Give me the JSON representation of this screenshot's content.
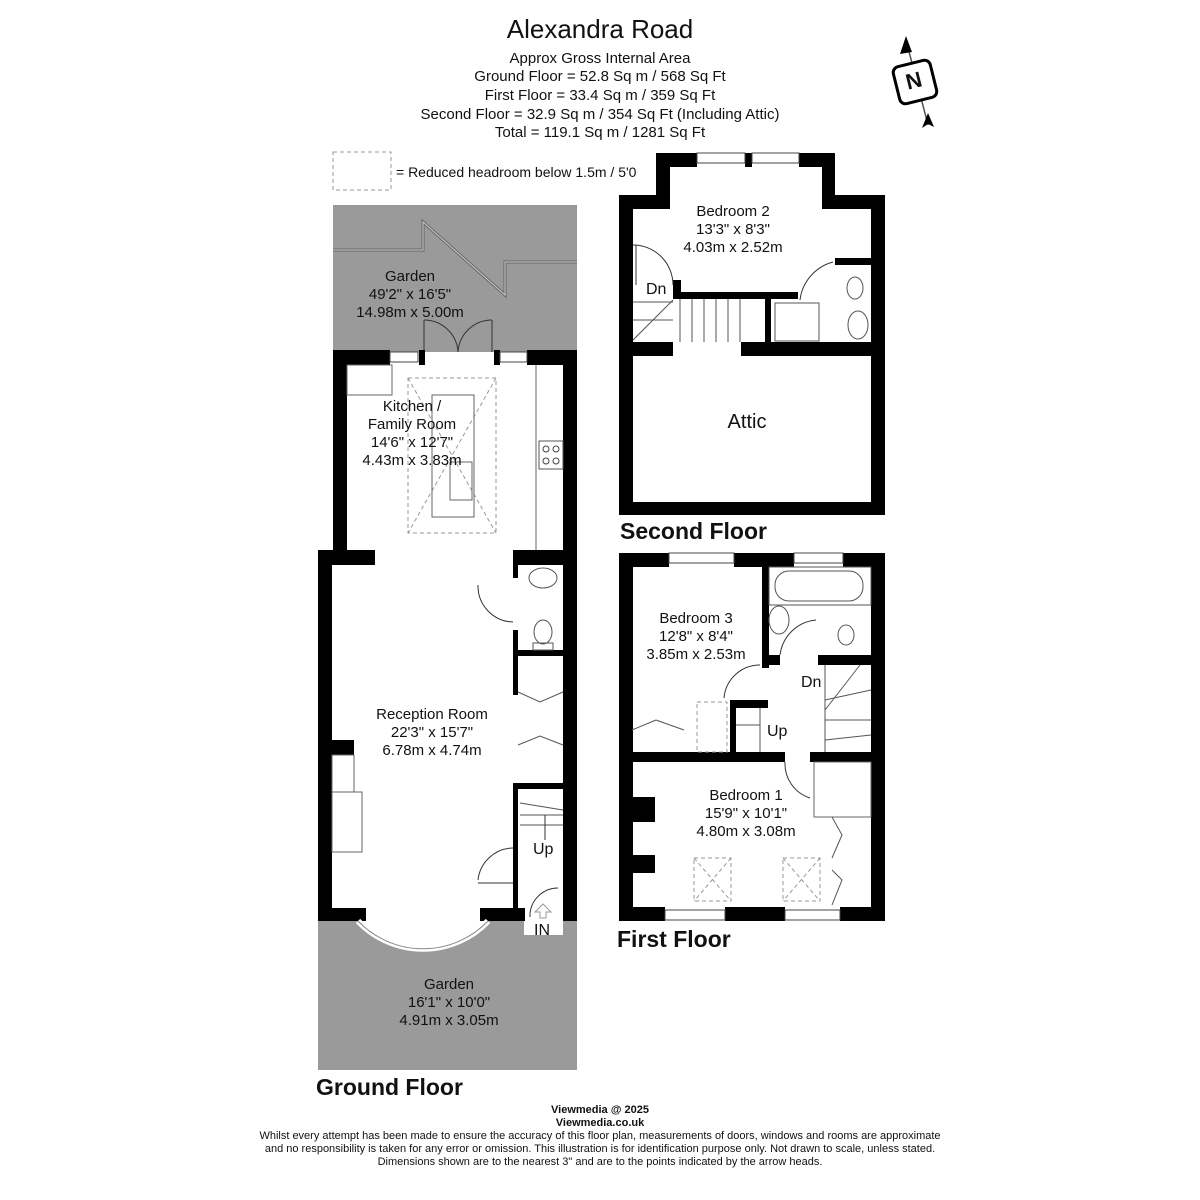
{
  "header": {
    "title": "Alexandra Road",
    "subtitle": "Approx Gross Internal Area",
    "areas": [
      "Ground Floor = 52.8 Sq m / 568 Sq Ft",
      "First Floor = 33.4 Sq m / 359 Sq Ft",
      "Second Floor = 32.9 Sq m / 354 Sq Ft (Including Attic)",
      "Total = 119.1 Sq m / 1281 Sq Ft"
    ]
  },
  "compass": {
    "label": "N"
  },
  "legend": {
    "text": "= Reduced headroom below 1.5m / 5'0"
  },
  "floors": {
    "ground": {
      "title": "Ground Floor",
      "rooms": {
        "garden_rear": {
          "name": "Garden",
          "imperial": "49'2\" x 16'5\"",
          "metric": "14.98m x 5.00m"
        },
        "kitchen": {
          "name": "Kitchen /",
          "name2": "Family Room",
          "imperial": "14'6\" x 12'7\"",
          "metric": "4.43m x 3.83m"
        },
        "reception": {
          "name": "Reception Room",
          "imperial": "22'3\" x 15'7\"",
          "metric": "6.78m x 4.74m"
        },
        "garden_front": {
          "name": "Garden",
          "imperial": "16'1\" x 10'0\"",
          "metric": "4.91m x 3.05m"
        }
      },
      "labels": {
        "up": "Up",
        "entrance": "IN"
      }
    },
    "first": {
      "title": "First Floor",
      "rooms": {
        "bedroom3": {
          "name": "Bedroom 3",
          "imperial": "12'8\" x 8'4\"",
          "metric": "3.85m x 2.53m"
        },
        "bedroom1": {
          "name": "Bedroom 1",
          "imperial": "15'9\" x 10'1\"",
          "metric": "4.80m x 3.08m"
        }
      },
      "labels": {
        "down": "Dn",
        "up": "Up"
      }
    },
    "second": {
      "title": "Second Floor",
      "rooms": {
        "bedroom2": {
          "name": "Bedroom 2",
          "imperial": "13'3\" x 8'3\"",
          "metric": "4.03m x 2.52m"
        },
        "attic": {
          "name": "Attic"
        }
      },
      "labels": {
        "down": "Dn"
      }
    }
  },
  "footer": {
    "copyright": "Viewmedia @ 2025",
    "website": "Viewmedia.co.uk",
    "disclaimer": [
      "Whilst every attempt has been made to ensure the accuracy of this floor plan, measurements of doors, windows and rooms are approximate",
      "and no responsibility is taken for any error or omission. This illustration is for identification purpose only.  Not drawn to scale, unless stated.",
      "Dimensions shown are to the nearest 3\" and are to the points indicated by the arrow heads."
    ]
  },
  "colors": {
    "wall": "#000000",
    "garden": "#9a9a9a",
    "background": "#ffffff"
  }
}
